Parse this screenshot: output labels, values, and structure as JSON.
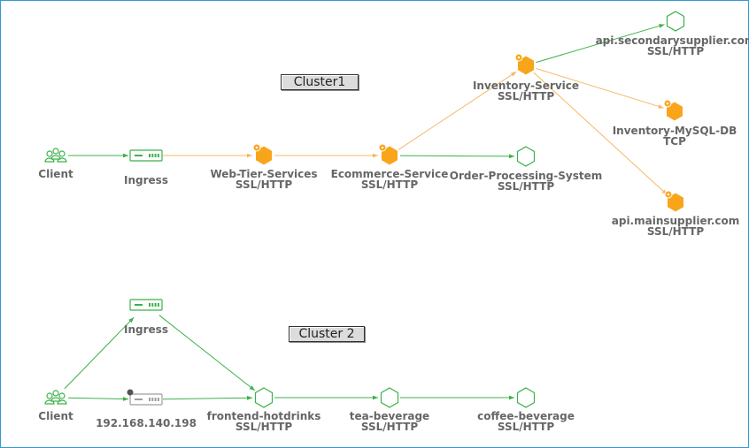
{
  "colors": {
    "green_edge": "#3cb14a",
    "orange_edge": "#f7b766",
    "orange_node": "#f9a51a",
    "green_outline": "#3cb14a",
    "gray_node": "#9e9e9e",
    "label": "#666666"
  },
  "clusters": [
    {
      "id": "cluster1",
      "label": "Cluster1"
    },
    {
      "id": "cluster2",
      "label": "Cluster 2"
    }
  ],
  "nodes": [
    {
      "id": "client1",
      "icon": "people-icon",
      "lines": [
        "Client"
      ]
    },
    {
      "id": "ingress1",
      "icon": "router-icon",
      "lines": [
        "Ingress"
      ]
    },
    {
      "id": "webtier",
      "icon": "hexagon-filled-icon",
      "lines": [
        "Web-Tier-Services",
        "SSL/HTTP"
      ]
    },
    {
      "id": "ecommerce",
      "icon": "hexagon-filled-icon",
      "lines": [
        "Ecommerce-Service",
        "SSL/HTTP"
      ]
    },
    {
      "id": "orderproc",
      "icon": "hexagon-outline-icon",
      "lines": [
        "Order-Processing-System",
        "SSL/HTTP"
      ]
    },
    {
      "id": "inventory",
      "icon": "hexagon-filled-icon",
      "lines": [
        "Inventory-Service",
        "SSL/HTTP"
      ]
    },
    {
      "id": "secondary",
      "icon": "hexagon-outline-icon",
      "lines": [
        "api.secondarysupplier.com",
        "SSL/HTTP"
      ]
    },
    {
      "id": "mysql",
      "icon": "hexagon-filled-icon",
      "lines": [
        "Inventory-MySQL-DB",
        "TCP"
      ]
    },
    {
      "id": "mainsupplier",
      "icon": "hexagon-filled-icon",
      "lines": [
        "api.mainsupplier.com",
        "SSL/HTTP"
      ]
    },
    {
      "id": "client2",
      "icon": "people-icon",
      "lines": [
        "Client"
      ]
    },
    {
      "id": "ingress2",
      "icon": "router-icon",
      "lines": [
        "Ingress"
      ]
    },
    {
      "id": "ipnode",
      "icon": "router-gray-icon",
      "lines": [
        "192.168.140.198"
      ]
    },
    {
      "id": "frontend",
      "icon": "hexagon-outline-icon",
      "lines": [
        "frontend-hotdrinks",
        "SSL/HTTP"
      ]
    },
    {
      "id": "tea",
      "icon": "hexagon-outline-icon",
      "lines": [
        "tea-beverage",
        "SSL/HTTP"
      ]
    },
    {
      "id": "coffee",
      "icon": "hexagon-outline-icon",
      "lines": [
        "coffee-beverage",
        "SSL/HTTP"
      ]
    }
  ],
  "edges": [
    {
      "from": "client1",
      "to": "ingress1",
      "color": "green"
    },
    {
      "from": "ingress1",
      "to": "webtier",
      "color": "orange"
    },
    {
      "from": "webtier",
      "to": "ecommerce",
      "color": "orange"
    },
    {
      "from": "ecommerce",
      "to": "orderproc",
      "color": "green"
    },
    {
      "from": "ecommerce",
      "to": "inventory",
      "color": "orange"
    },
    {
      "from": "inventory",
      "to": "secondary",
      "color": "green"
    },
    {
      "from": "inventory",
      "to": "mysql",
      "color": "orange"
    },
    {
      "from": "inventory",
      "to": "mainsupplier",
      "color": "orange"
    },
    {
      "from": "client2",
      "to": "ingress2",
      "color": "green"
    },
    {
      "from": "client2",
      "to": "ipnode",
      "color": "green"
    },
    {
      "from": "ingress2",
      "to": "frontend",
      "color": "green"
    },
    {
      "from": "ipnode",
      "to": "frontend",
      "color": "green"
    },
    {
      "from": "frontend",
      "to": "tea",
      "color": "green"
    },
    {
      "from": "tea",
      "to": "coffee",
      "color": "green"
    }
  ]
}
